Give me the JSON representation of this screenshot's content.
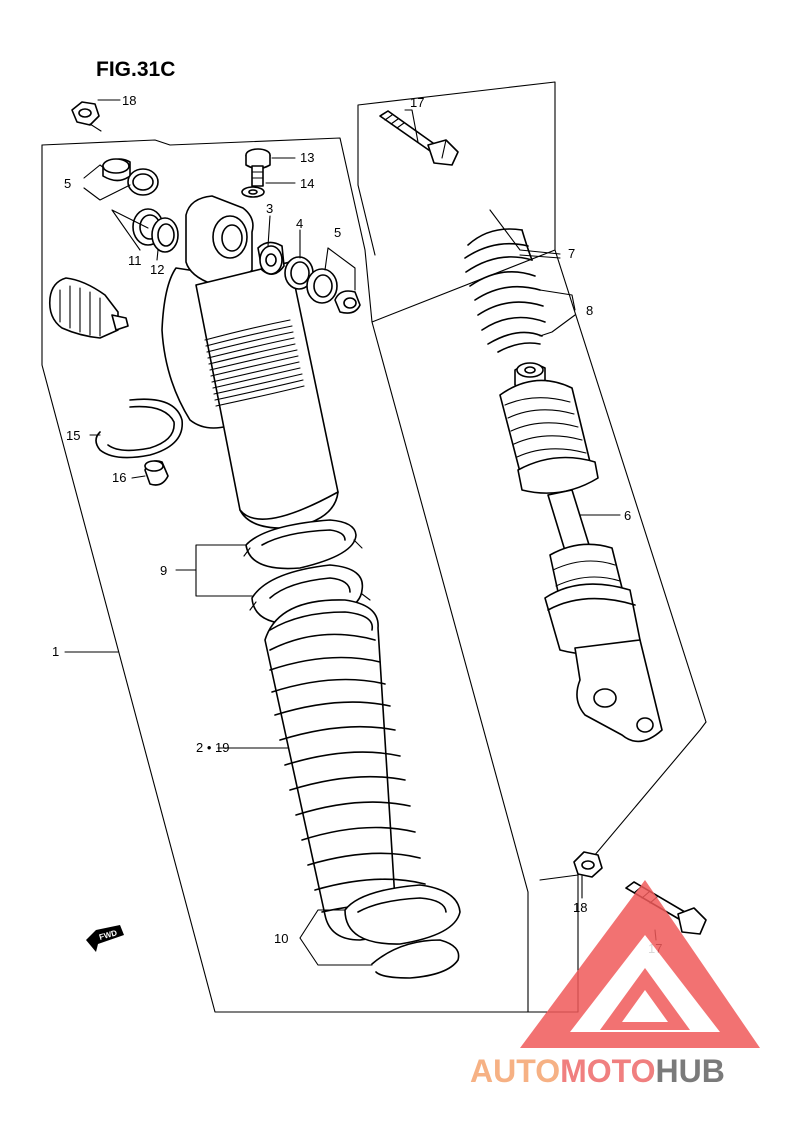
{
  "figure": {
    "title": "FIG.31C"
  },
  "labels": {
    "l1": "1",
    "l2_19": "2 • 19",
    "l3": "3",
    "l4": "4",
    "l5a": "5",
    "l5b": "5",
    "l6": "6",
    "l7": "7",
    "l8": "8",
    "l9": "9",
    "l10": "10",
    "l11": "11",
    "l12": "12",
    "l13": "13",
    "l14": "14",
    "l15": "15",
    "l16": "16",
    "l17a": "17",
    "l17b": "17",
    "l18a": "18",
    "l18b": "18"
  },
  "direction_marker": {
    "text": "FWD",
    "icon": "forward-arrow-icon"
  },
  "watermark": {
    "part1": "AUTO",
    "part2": "MOTO",
    "part3": "HUB",
    "colors": {
      "auto": "#f6b184",
      "moto": "#f07f7f",
      "hub": "#7a7a7a",
      "logo": "#f05a5a"
    }
  }
}
